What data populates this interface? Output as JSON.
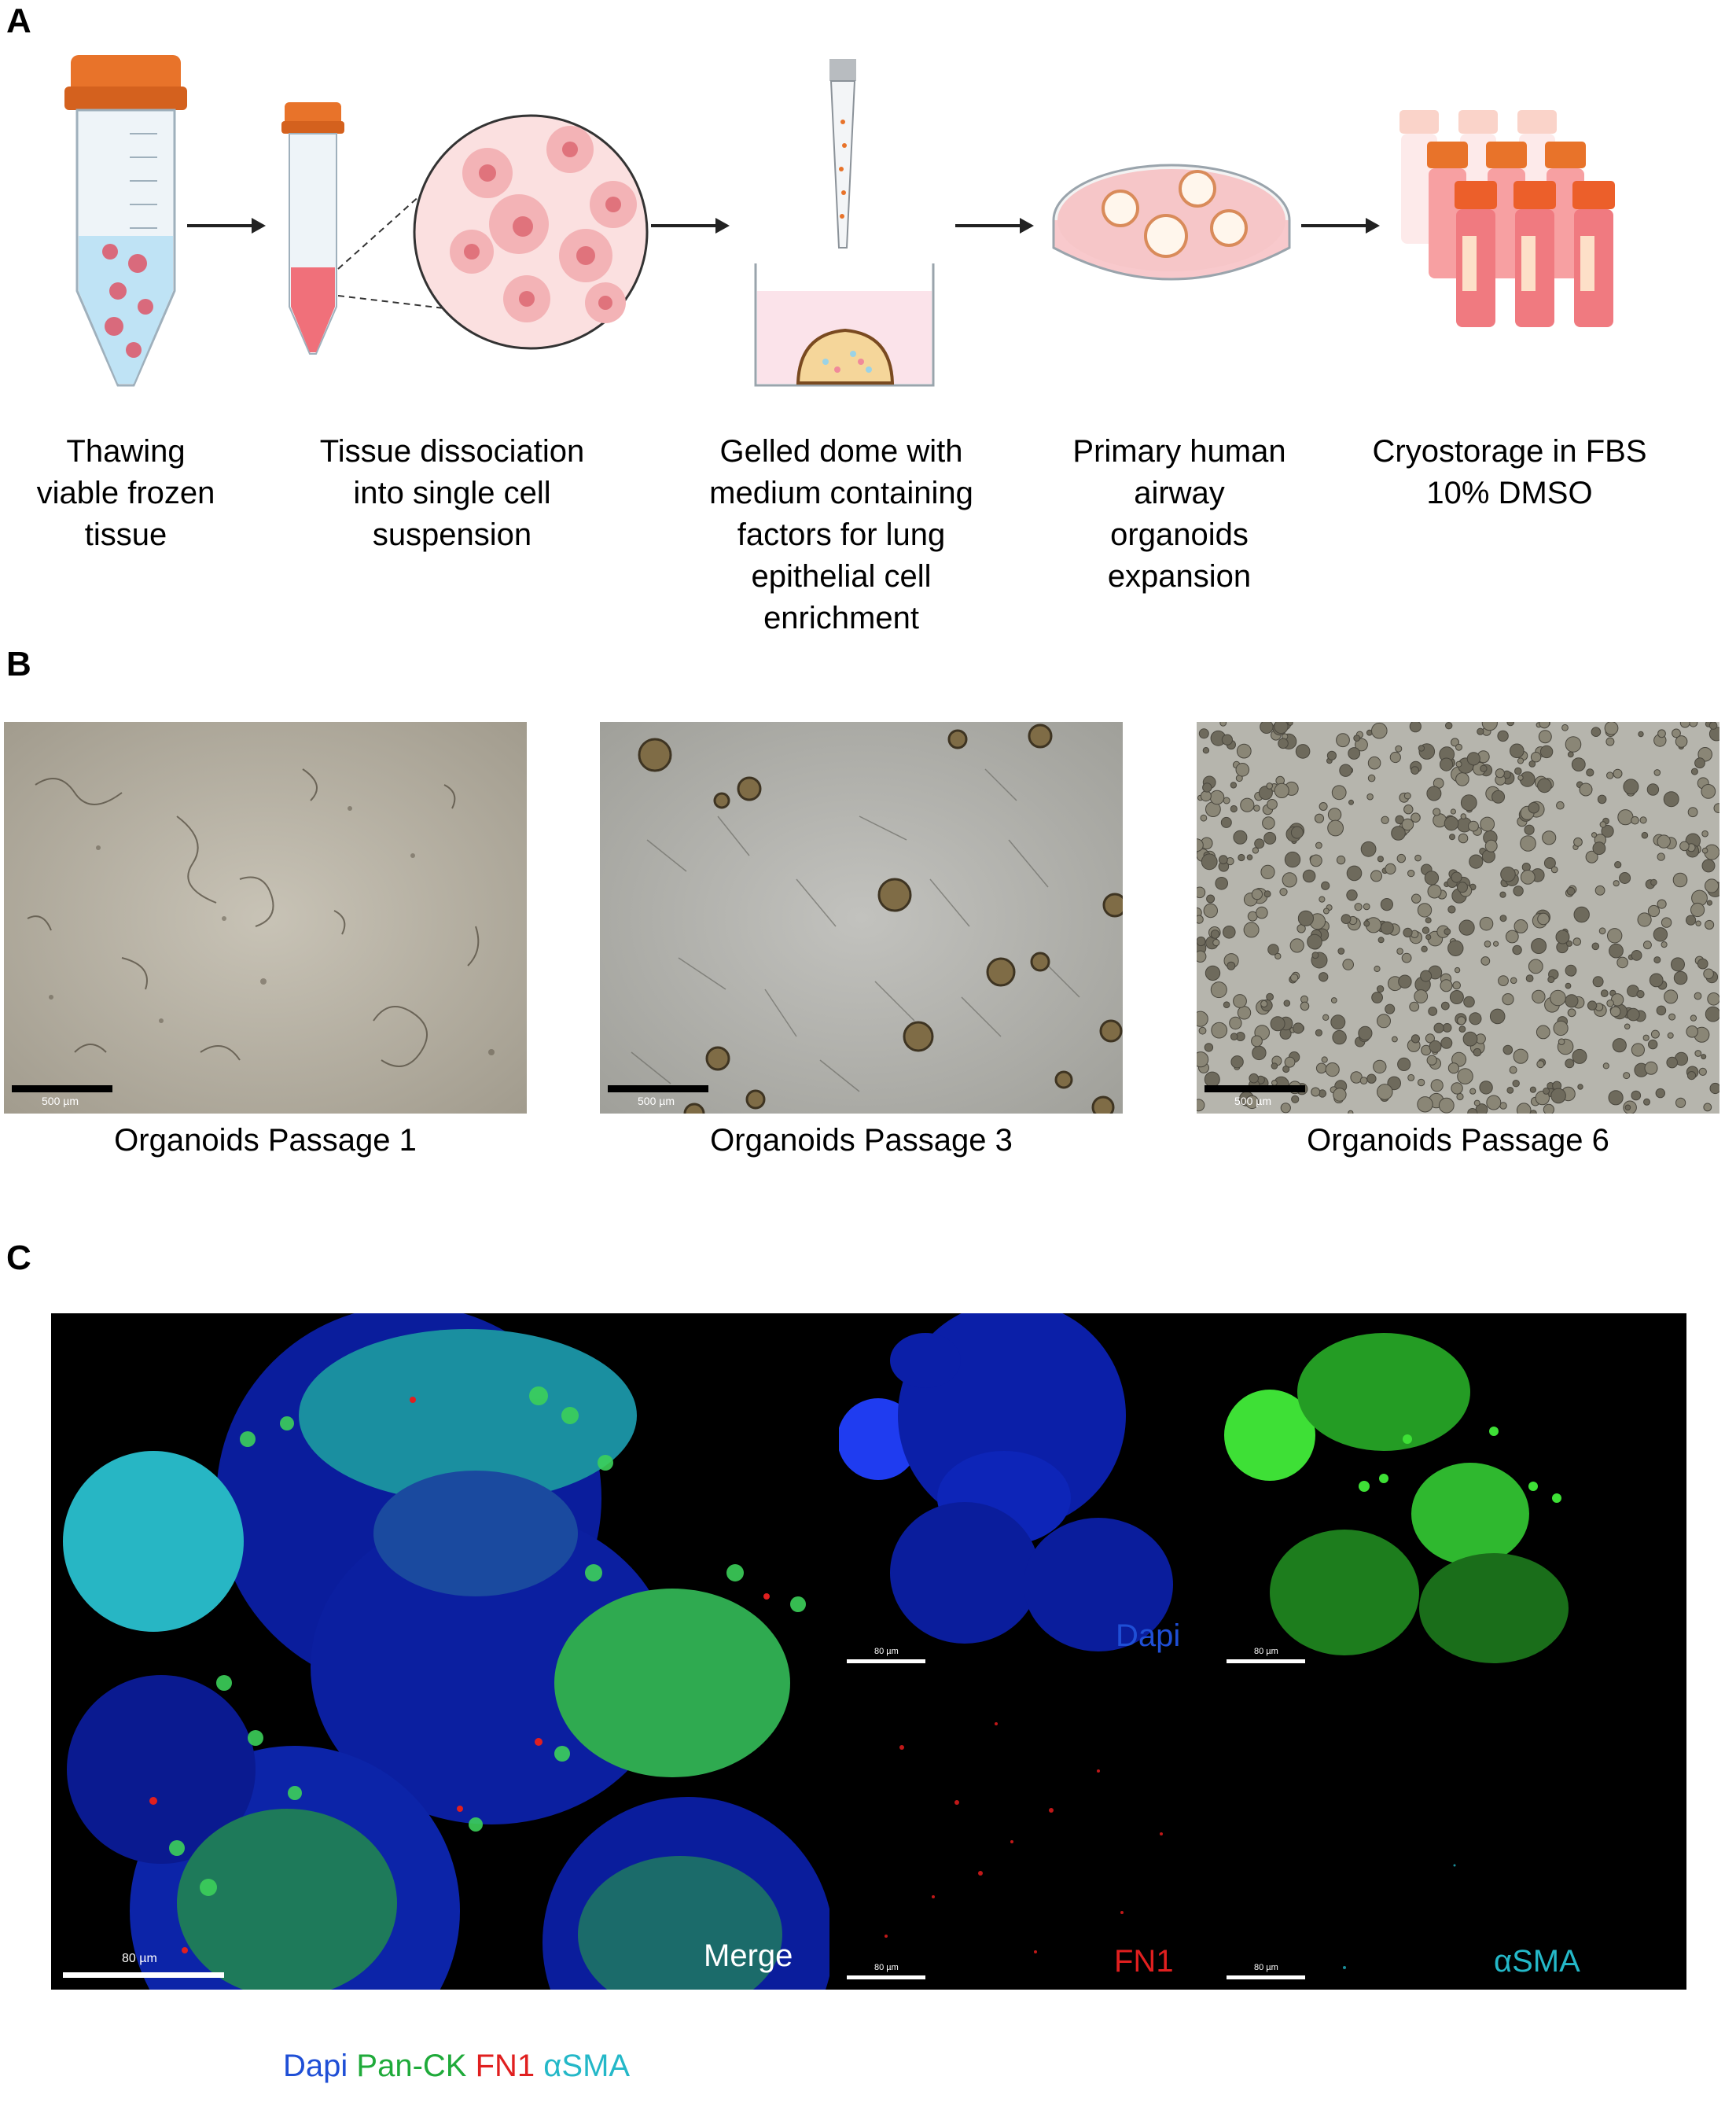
{
  "panels": {
    "a": {
      "letter": "A",
      "steps": [
        {
          "lines": [
            "Thawing",
            "viable frozen",
            "tissue"
          ]
        },
        {
          "lines": [
            "Tissue dissociation",
            "into single cell",
            "suspension"
          ]
        },
        {
          "lines": [
            "Gelled dome with",
            "medium containing",
            "factors for lung",
            "epithelial cell",
            "enrichment"
          ]
        },
        {
          "lines": [
            "Primary human",
            "airway",
            "organoids",
            "expansion"
          ]
        },
        {
          "lines": [
            "Cryostorage in FBS",
            "10% DMSO"
          ]
        }
      ]
    },
    "b": {
      "letter": "B",
      "images": [
        {
          "caption": "Organoids Passage 1",
          "scale": "500 µm"
        },
        {
          "caption": "Organoids Passage 3",
          "scale": "500 µm"
        },
        {
          "caption": "Organoids Passage 6",
          "scale": "500 µm"
        }
      ]
    },
    "c": {
      "letter": "C",
      "merge_label": "Merge",
      "merge_scale": "80 µm",
      "channels": [
        {
          "label": "Dapi",
          "scale": "80 µm",
          "color": "#1f4fd6"
        },
        {
          "label": "",
          "scale": "80 µm",
          "color": "#2fd12f"
        },
        {
          "label": "FN1",
          "scale": "80 µm",
          "color": "#e01f1f"
        },
        {
          "label": "αSMA",
          "scale": "80 µm",
          "color": "#24b8c8"
        }
      ],
      "legend": [
        {
          "text": "Dapi",
          "color": "#1f4fd6"
        },
        {
          "text": "Pan-CK",
          "color": "#1faa3a"
        },
        {
          "text": "FN1",
          "color": "#e01f1f"
        },
        {
          "text": "αSMA",
          "color": "#24b8c8"
        }
      ]
    }
  },
  "colors": {
    "tube_cap": "#e8732a",
    "tube_liquid_blue": "#bfe3f5",
    "tube_liquid_red": "#f0707a",
    "dish_medium": "#f6c6c8"
  }
}
